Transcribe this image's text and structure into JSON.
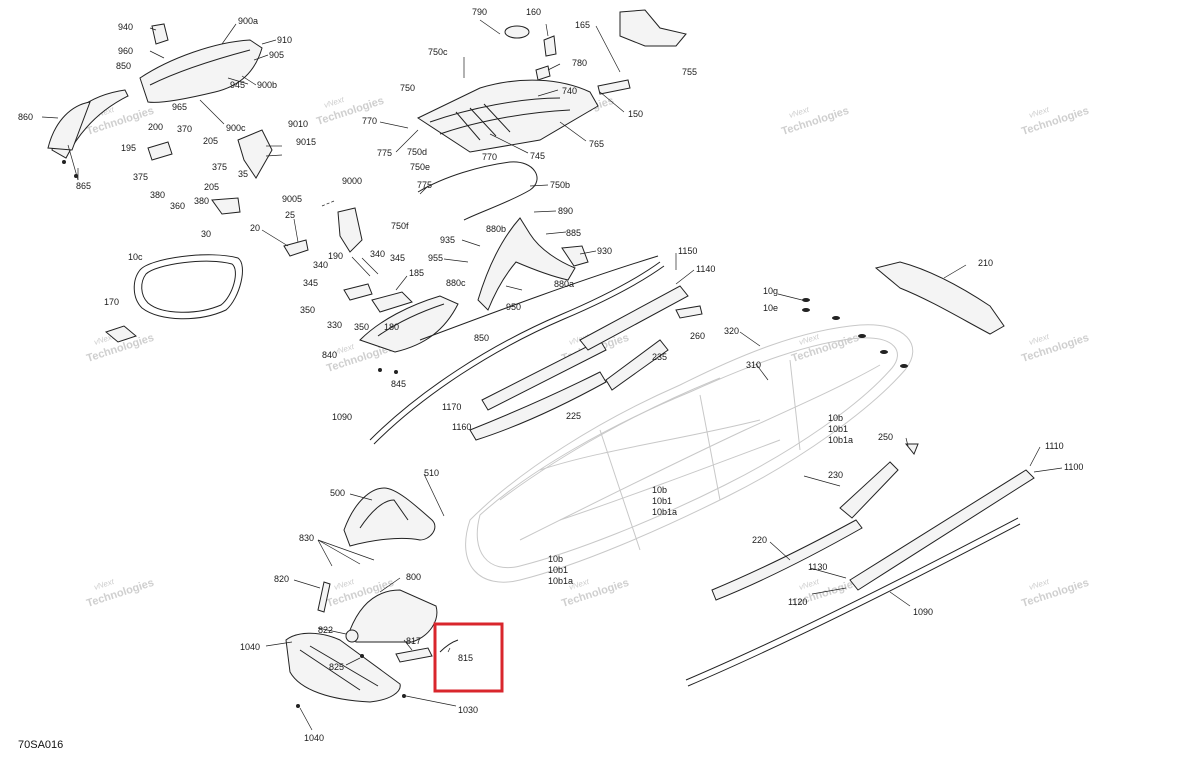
{
  "diagram_code": "70SA016",
  "highlight": {
    "color": "#d9262c",
    "target_label": "815"
  },
  "watermark": {
    "line1": "vNext",
    "line2": "Technologies",
    "color": "#cfcfcf"
  },
  "labels": [
    {
      "id": "l940",
      "text": "940"
    },
    {
      "id": "l900a",
      "text": "900a"
    },
    {
      "id": "l910",
      "text": "910"
    },
    {
      "id": "l960",
      "text": "960"
    },
    {
      "id": "l905",
      "text": "905"
    },
    {
      "id": "l850a",
      "text": "850"
    },
    {
      "id": "l945",
      "text": "945"
    },
    {
      "id": "l900b",
      "text": "900b"
    },
    {
      "id": "l965",
      "text": "965"
    },
    {
      "id": "l860",
      "text": "860"
    },
    {
      "id": "l900c",
      "text": "900c"
    },
    {
      "id": "l200",
      "text": "200"
    },
    {
      "id": "l370",
      "text": "370"
    },
    {
      "id": "l205a",
      "text": "205"
    },
    {
      "id": "l195",
      "text": "195"
    },
    {
      "id": "l375a",
      "text": "375"
    },
    {
      "id": "l375b",
      "text": "375"
    },
    {
      "id": "l865",
      "text": "865"
    },
    {
      "id": "l35",
      "text": "35"
    },
    {
      "id": "l205b",
      "text": "205"
    },
    {
      "id": "l380a",
      "text": "380"
    },
    {
      "id": "l360",
      "text": "360"
    },
    {
      "id": "l380b",
      "text": "380"
    },
    {
      "id": "l30",
      "text": "30"
    },
    {
      "id": "l9010",
      "text": "9010"
    },
    {
      "id": "l9015",
      "text": "9015"
    },
    {
      "id": "l9000",
      "text": "9000"
    },
    {
      "id": "l9005",
      "text": "9005"
    },
    {
      "id": "l25",
      "text": "25"
    },
    {
      "id": "l20",
      "text": "20"
    },
    {
      "id": "l10c",
      "text": "10c"
    },
    {
      "id": "l170",
      "text": "170"
    },
    {
      "id": "l190",
      "text": "190"
    },
    {
      "id": "l340a",
      "text": "340"
    },
    {
      "id": "l340b",
      "text": "340"
    },
    {
      "id": "l345a",
      "text": "345"
    },
    {
      "id": "l345b",
      "text": "345"
    },
    {
      "id": "l185",
      "text": "185"
    },
    {
      "id": "l350a",
      "text": "350"
    },
    {
      "id": "l330",
      "text": "330"
    },
    {
      "id": "l350b",
      "text": "350"
    },
    {
      "id": "l180",
      "text": "180"
    },
    {
      "id": "l840",
      "text": "840"
    },
    {
      "id": "l850b",
      "text": "850"
    },
    {
      "id": "l845",
      "text": "845"
    },
    {
      "id": "l790",
      "text": "790"
    },
    {
      "id": "l160",
      "text": "160"
    },
    {
      "id": "l165",
      "text": "165"
    },
    {
      "id": "l750c",
      "text": "750c"
    },
    {
      "id": "l780",
      "text": "780"
    },
    {
      "id": "l755",
      "text": "755"
    },
    {
      "id": "l750",
      "text": "750"
    },
    {
      "id": "l740",
      "text": "740"
    },
    {
      "id": "l150",
      "text": "150"
    },
    {
      "id": "l770a",
      "text": "770"
    },
    {
      "id": "l765",
      "text": "765"
    },
    {
      "id": "l775a",
      "text": "775"
    },
    {
      "id": "l750d",
      "text": "750d"
    },
    {
      "id": "l745",
      "text": "745"
    },
    {
      "id": "l750e",
      "text": "750e"
    },
    {
      "id": "l770b",
      "text": "770"
    },
    {
      "id": "l775b",
      "text": "775"
    },
    {
      "id": "l750b",
      "text": "750b"
    },
    {
      "id": "l750f",
      "text": "750f"
    },
    {
      "id": "l890",
      "text": "890"
    },
    {
      "id": "l880b",
      "text": "880b"
    },
    {
      "id": "l885",
      "text": "885"
    },
    {
      "id": "l935",
      "text": "935"
    },
    {
      "id": "l930",
      "text": "930"
    },
    {
      "id": "l955",
      "text": "955"
    },
    {
      "id": "l880a",
      "text": "880a"
    },
    {
      "id": "l880c",
      "text": "880c"
    },
    {
      "id": "l950",
      "text": "950"
    },
    {
      "id": "l1150",
      "text": "1150"
    },
    {
      "id": "l1140",
      "text": "1140"
    },
    {
      "id": "l260",
      "text": "260"
    },
    {
      "id": "l235",
      "text": "235"
    },
    {
      "id": "l210",
      "text": "210"
    },
    {
      "id": "l10g",
      "text": "10g"
    },
    {
      "id": "l10e",
      "text": "10e"
    },
    {
      "id": "l320",
      "text": "320"
    },
    {
      "id": "l310",
      "text": "310"
    },
    {
      "id": "l1170",
      "text": "1170"
    },
    {
      "id": "l1160",
      "text": "1160"
    },
    {
      "id": "l225",
      "text": "225"
    },
    {
      "id": "l1090a",
      "text": "1090"
    },
    {
      "id": "l10b_a",
      "text": "10b"
    },
    {
      "id": "l10b1_a",
      "text": "10b1"
    },
    {
      "id": "l10b1a_a",
      "text": "10b1a"
    },
    {
      "id": "l250",
      "text": "250"
    },
    {
      "id": "l1110",
      "text": "1110"
    },
    {
      "id": "l1100",
      "text": "1100"
    },
    {
      "id": "l510",
      "text": "510"
    },
    {
      "id": "l500",
      "text": "500"
    },
    {
      "id": "l230",
      "text": "230"
    },
    {
      "id": "l10b_b",
      "text": "10b"
    },
    {
      "id": "l10b1_b",
      "text": "10b1"
    },
    {
      "id": "l10b1a_b",
      "text": "10b1a"
    },
    {
      "id": "l830",
      "text": "830"
    },
    {
      "id": "l220",
      "text": "220"
    },
    {
      "id": "l10b_c",
      "text": "10b"
    },
    {
      "id": "l10b1_c",
      "text": "10b1"
    },
    {
      "id": "l10b1a_c",
      "text": "10b1a"
    },
    {
      "id": "l1130",
      "text": "1130"
    },
    {
      "id": "l820",
      "text": "820"
    },
    {
      "id": "l800",
      "text": "800"
    },
    {
      "id": "l1120",
      "text": "1120"
    },
    {
      "id": "l1090b",
      "text": "1090"
    },
    {
      "id": "l822",
      "text": "822"
    },
    {
      "id": "l817",
      "text": "817"
    },
    {
      "id": "l1040a",
      "text": "1040"
    },
    {
      "id": "l815",
      "text": "815"
    },
    {
      "id": "l825",
      "text": "825"
    },
    {
      "id": "l1030",
      "text": "1030"
    },
    {
      "id": "l1040b",
      "text": "1040"
    }
  ]
}
